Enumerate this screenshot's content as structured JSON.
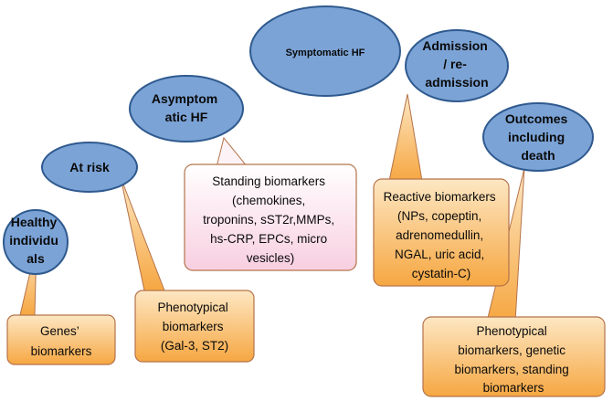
{
  "colors": {
    "ellipse_fill": "#7ba3d6",
    "ellipse_stroke": "#2f5a8f",
    "callout_orange_bottom": "#f6a742",
    "callout_orange_top": "#fde7c3",
    "callout_pink_bottom": "#f8cfe0",
    "callout_stroke": "#b5734a"
  },
  "stages": [
    {
      "id": "healthy",
      "lines": [
        "Healthy",
        "individu",
        "als"
      ]
    },
    {
      "id": "at-risk",
      "lines": [
        "At risk"
      ]
    },
    {
      "id": "asymptomatic",
      "lines": [
        "Asymptom",
        "atic HF"
      ]
    },
    {
      "id": "symptomatic",
      "lines": [
        "Symptomatic HF"
      ]
    },
    {
      "id": "admission",
      "lines": [
        "Admission",
        "/ re-",
        "admission"
      ]
    },
    {
      "id": "outcomes",
      "lines": [
        "Outcomes",
        "including",
        "death"
      ]
    }
  ],
  "callouts": [
    {
      "id": "genes",
      "lines": [
        "Genes’",
        "biomarkers"
      ]
    },
    {
      "id": "phenotypical-early",
      "lines": [
        "Phenotypical",
        "biomarkers",
        "(Gal-3, ST2)"
      ]
    },
    {
      "id": "standing",
      "lines": [
        "Standing biomarkers",
        "(chemokines,",
        "troponins, sST2r,MMPs,",
        "hs-CRP, EPCs, micro",
        "vesicles)"
      ]
    },
    {
      "id": "reactive",
      "lines": [
        "Reactive biomarkers",
        "(NPs, copeptin,",
        "adrenomedullin,",
        "NGAL, uric acid,",
        "cystatin-C)"
      ]
    },
    {
      "id": "phenotypical-late",
      "lines": [
        "Phenotypical",
        "biomarkers, genetic",
        "biomarkers, standing",
        "biomarkers"
      ]
    }
  ]
}
